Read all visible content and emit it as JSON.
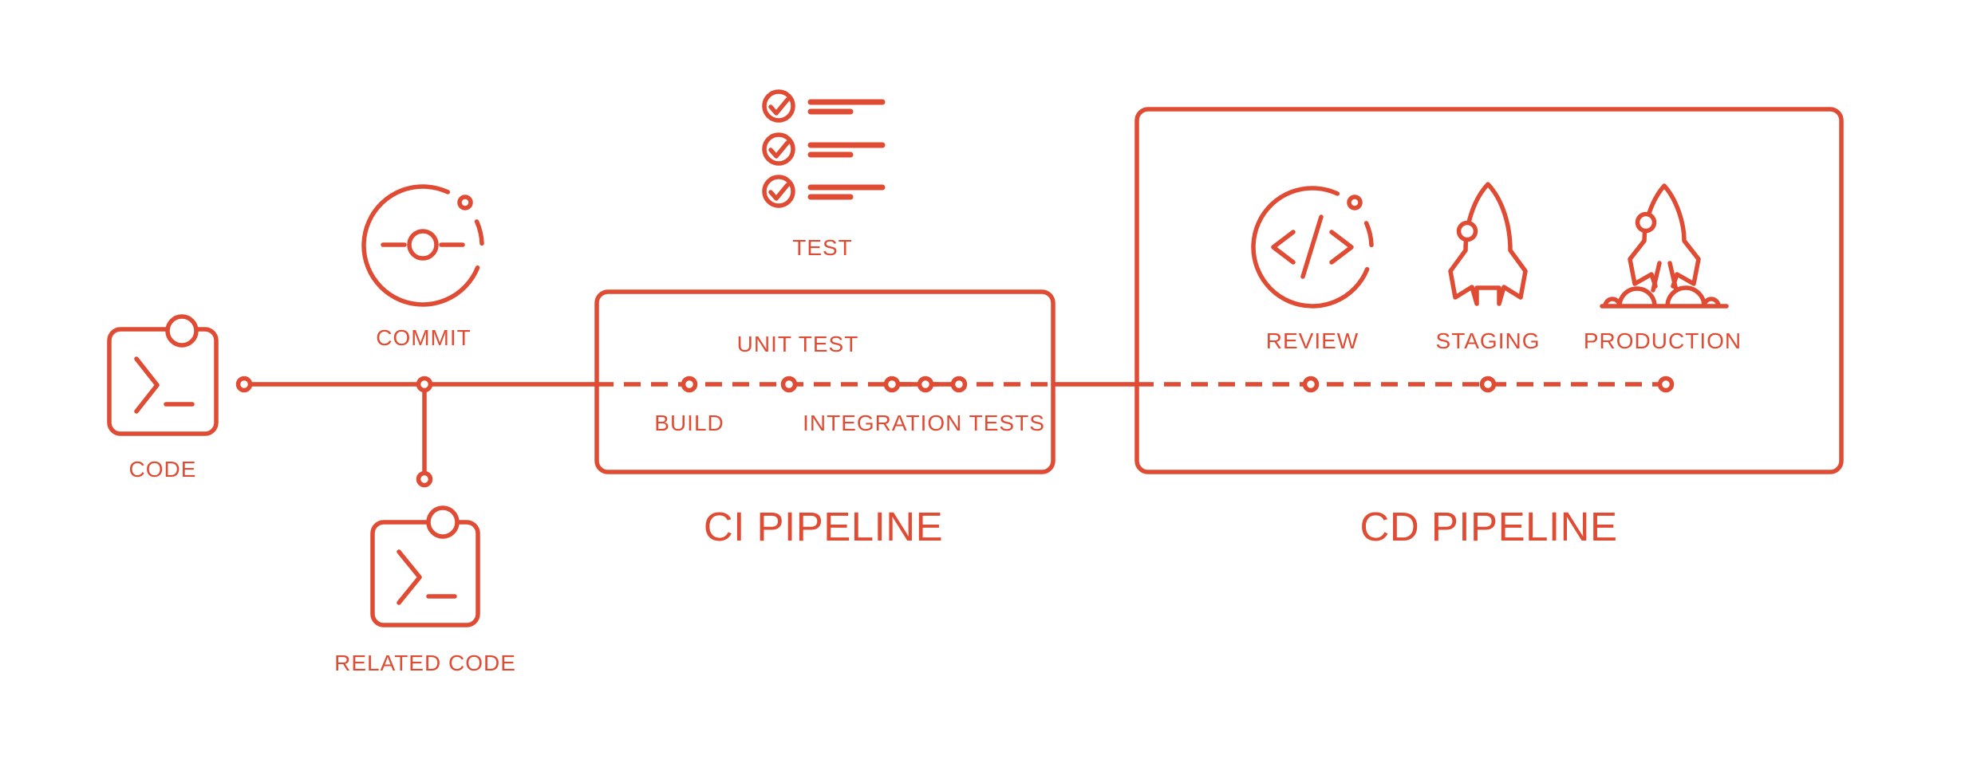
{
  "colors": {
    "accent": "#E04B33",
    "background": "#FFFFFF"
  },
  "source_flow": {
    "code": {
      "label": "CODE",
      "icon": "terminal-window-icon"
    },
    "commit": {
      "label": "COMMIT",
      "icon": "commit-orbit-icon"
    },
    "related_code": {
      "label": "RELATED CODE",
      "icon": "terminal-window-icon"
    },
    "test": {
      "label": "TEST",
      "icon": "checklist-icon"
    }
  },
  "ci_pipeline": {
    "title": "CI PIPELINE",
    "stages": [
      {
        "label": "BUILD"
      },
      {
        "label": "UNIT TEST"
      },
      {
        "label": "INTEGRATION TESTS"
      }
    ]
  },
  "cd_pipeline": {
    "title": "CD PIPELINE",
    "stages": [
      {
        "label": "REVIEW",
        "icon": "code-review-orbit-icon"
      },
      {
        "label": "STAGING",
        "icon": "rocket-icon"
      },
      {
        "label": "PRODUCTION",
        "icon": "rocket-launch-icon"
      }
    ]
  }
}
